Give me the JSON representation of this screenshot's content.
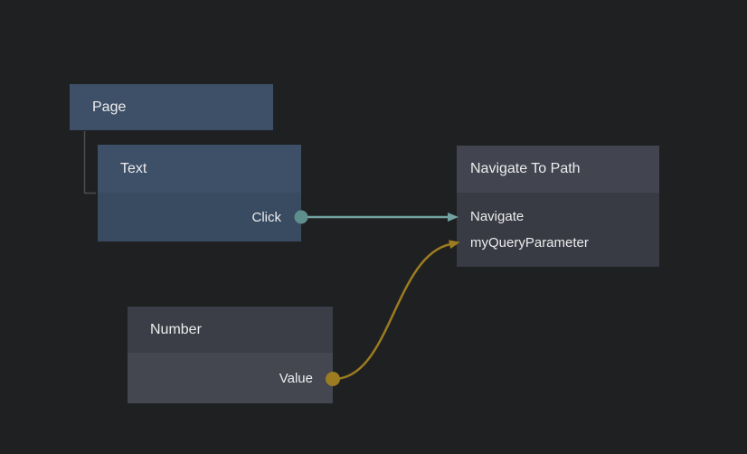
{
  "colors": {
    "background": "#1f2022",
    "edge_teal": "#73a3a1",
    "dot_teal": "#5f8f8d",
    "edge_gold": "#9c7c20",
    "node_blue_header": "#3d5067",
    "node_blue_body": "#394b61",
    "node_gray_header": "#424450",
    "node_gray_body": "#393b44",
    "number_header": "#3b3d47",
    "number_body": "#444650",
    "hierarchy_line": "#4c4c4c"
  },
  "nodes": {
    "page": {
      "title": "Page"
    },
    "text": {
      "title": "Text",
      "output_port": "Click"
    },
    "navigate_to_path": {
      "title": "Navigate To Path",
      "inputs": [
        "Navigate",
        "myQueryParameter"
      ]
    },
    "number": {
      "title": "Number",
      "output_port": "Value"
    }
  }
}
